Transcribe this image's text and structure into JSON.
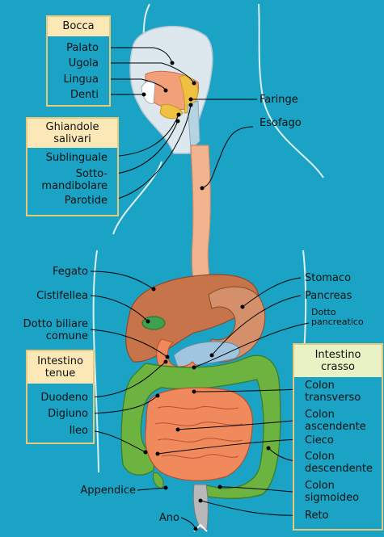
{
  "groups": {
    "bocca": "Bocca",
    "ghiandole": "Ghiandole\nsalivari",
    "intestino_tenue": "Intestino\ntenue",
    "intestino_crasso": "Intestino\ncrasso"
  },
  "labels": {
    "palato": "Palato",
    "ugola": "Ugola",
    "lingua": "Lingua",
    "denti": "Denti",
    "faringe": "Faringe",
    "esofago": "Esofago",
    "sublinguale": "Sublinguale",
    "sottomandibolare": "Sotto-\nmandibolare",
    "parotide": "Parotide",
    "fegato": "Fegato",
    "cistifellea": "Cistifellea",
    "dotto_biliare": "Dotto biliare\ncomune",
    "stomaco": "Stomaco",
    "pancreas": "Pancreas",
    "dotto_pancreatico": "Dotto\npancreatico",
    "duodeno": "Duodeno",
    "digiuno": "Digiuno",
    "ileo": "Ileo",
    "appendice": "Appendice",
    "ano": "Ano",
    "colon_transverso": "Colon\ntransverso",
    "colon_ascendente": "Colon\nascendente",
    "cieco": "Cieco",
    "colon_discendente": "Colon\ndescendente",
    "colon_sigmoideo": "Colon\nsigmoideo",
    "reto": "Reto"
  },
  "colors": {
    "background": "#1aa3c4",
    "box_fill": "#fbe8b6",
    "box_border": "#e8c97a",
    "liver": "#c8744a",
    "stomach": "#d4906a",
    "small_intestine": "#f08a5d",
    "large_intestine": "#6cb33f",
    "esophagus": "#f2b48e"
  }
}
